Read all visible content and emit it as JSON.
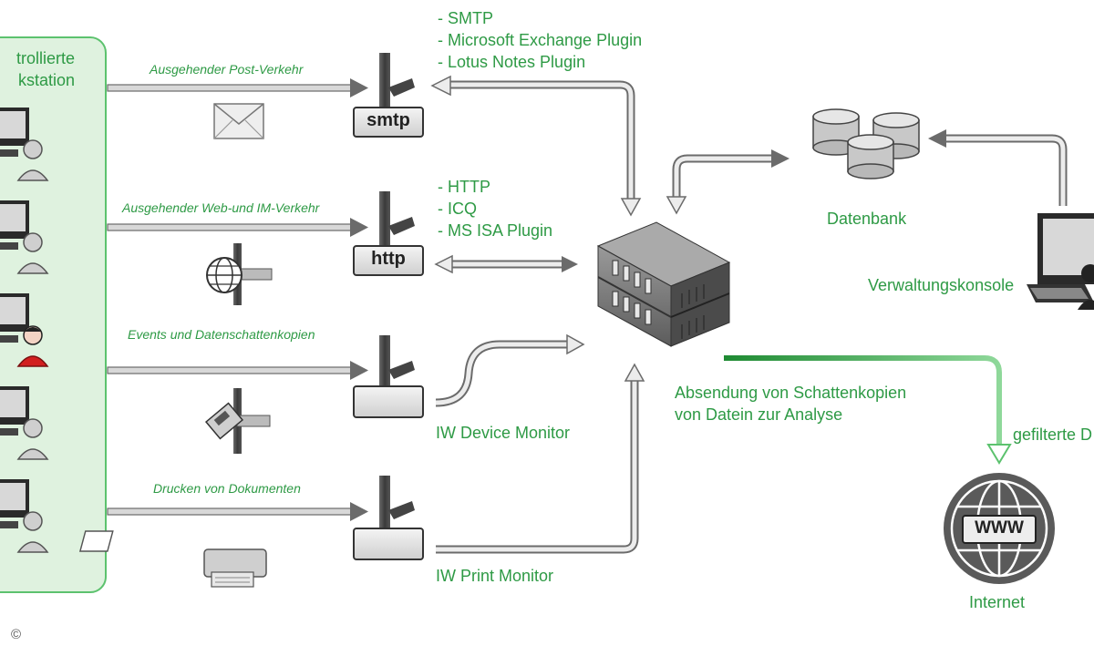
{
  "zone": {
    "title_line1": "trollierte",
    "title_line2": "kstation"
  },
  "flows": {
    "mail": "Ausgehender Post-Verkehr",
    "web": "Ausgehender Web-und IM-Verkehr",
    "events": "Events und Datenschattenkopien",
    "print": "Drucken von Dokumenten"
  },
  "plugins": {
    "smtp_label": "smtp",
    "http_label": "http",
    "smtp_list": [
      "- SMTP",
      "- Microsoft Exchange Plugin",
      "- Lotus Notes Plugin"
    ],
    "http_list": [
      "- HTTP",
      "- ICQ",
      "- MS ISA Plugin"
    ]
  },
  "monitors": {
    "device": "IW Device Monitor",
    "print": "IW Print Monitor"
  },
  "server": {
    "shadow_line1": "Absendung von Schattenkopien",
    "shadow_line2": "von Datein zur Analyse"
  },
  "database": {
    "label": "Datenbank"
  },
  "console": {
    "label": "Verwaltungskonsole"
  },
  "internet": {
    "label": "Internet",
    "badge": "WWW",
    "filtered": "gefilterte D"
  },
  "footer": {
    "copyright": "©"
  },
  "colors": {
    "green": "#2e9a45",
    "zone_fill": "#dff2df",
    "zone_border": "#5cc26e",
    "arrow_gray": "#8a8a8a"
  }
}
